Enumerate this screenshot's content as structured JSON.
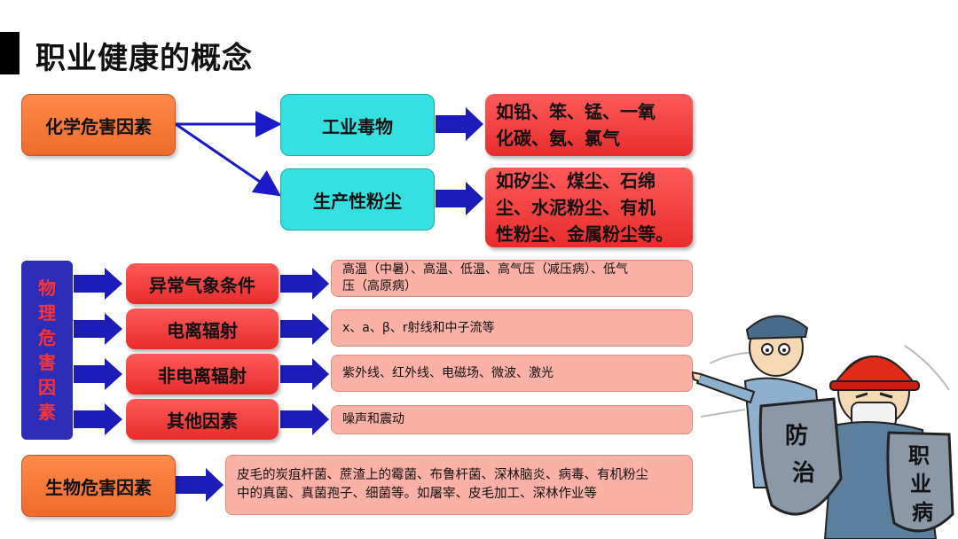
{
  "title": "职业健康的概念",
  "chemical": {
    "label": "化学危害因素",
    "branches": [
      {
        "label": "工业毒物",
        "examples": [
          "如铅、笨、锰、一氧",
          "化碳、氨、氯气"
        ]
      },
      {
        "label": "生产性粉尘",
        "examples": [
          "如矽尘、煤尘、石绵",
          "尘、水泥粉尘、有机",
          "性粉尘、金属粉尘等。"
        ]
      }
    ]
  },
  "physical": {
    "label_chars": [
      "物",
      "理",
      "危",
      "害",
      "因",
      "素"
    ],
    "items": [
      {
        "label": "异常气象条件",
        "detail": [
          "高温（中暑）、高温、低温、高气压（减压病）、低气",
          "压（高原病）"
        ]
      },
      {
        "label": "电离辐射",
        "detail": [
          "x、a、β、r射线和中子流等"
        ]
      },
      {
        "label": "非电离辐射",
        "detail": [
          "紫外线、红外线、电磁场、微波、激光"
        ]
      },
      {
        "label": "其他因素",
        "detail": [
          "噪声和震动"
        ]
      }
    ]
  },
  "biological": {
    "label": "生物危害因素",
    "detail": [
      "皮毛的炭疽杆菌、蔗渣上的霉菌、布鲁杆菌、深林脑炎、病毒、有机粉尘",
      "中的真菌、真菌孢子、细菌等。如屠宰、皮毛加工、深林作业等"
    ]
  },
  "illustration": {
    "shield_left": [
      "防",
      "治"
    ],
    "shield_right": [
      "职",
      "业",
      "病"
    ]
  }
}
